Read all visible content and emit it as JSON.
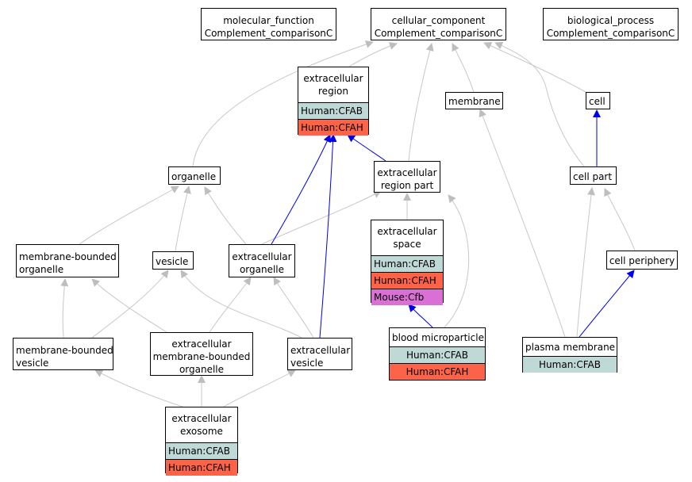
{
  "roots": {
    "molecular_function": [
      "molecular_function",
      "Complement_comparisonC"
    ],
    "cellular_component": [
      "cellular_component",
      "Complement_comparisonC"
    ],
    "biological_process": [
      "biological_process",
      "Complement_comparisonC"
    ]
  },
  "terms": {
    "extracellular_region": [
      "extracellular",
      "region"
    ],
    "membrane": [
      "membrane"
    ],
    "cell": [
      "cell"
    ],
    "organelle": [
      "organelle"
    ],
    "extracellular_region_part": [
      "extracellular",
      "region part"
    ],
    "cell_part": [
      "cell part"
    ],
    "extracellular_space": [
      "extracellular",
      "space"
    ],
    "membrane_bounded_organelle": [
      "membrane-bounded",
      "organelle"
    ],
    "vesicle": [
      "vesicle"
    ],
    "extracellular_organelle": [
      "extracellular",
      "organelle"
    ],
    "cell_periphery": [
      "cell periphery"
    ],
    "membrane_bounded_vesicle": [
      "membrane-bounded",
      "vesicle"
    ],
    "extracellular_membrane_bounded_organelle": [
      "extracellular",
      "membrane-bounded",
      "organelle"
    ],
    "extracellular_vesicle": [
      "extracellular",
      "vesicle"
    ],
    "blood_microparticle": [
      "blood microparticle"
    ],
    "plasma_membrane": [
      "plasma membrane"
    ],
    "extracellular_exosome": [
      "extracellular",
      "exosome"
    ]
  },
  "genes": {
    "human_cfab": "Human:CFAB",
    "human_cfah": "Human:CFAH",
    "mouse_cfb": "Mouse:Cfb"
  },
  "colors": {
    "human_cfab": "#bfd9d6",
    "human_cfah": "#ff6347",
    "mouse_cfb": "#da70d6",
    "is_a_edge": "#c0c0c0",
    "part_of_edge": "#0000ee"
  }
}
